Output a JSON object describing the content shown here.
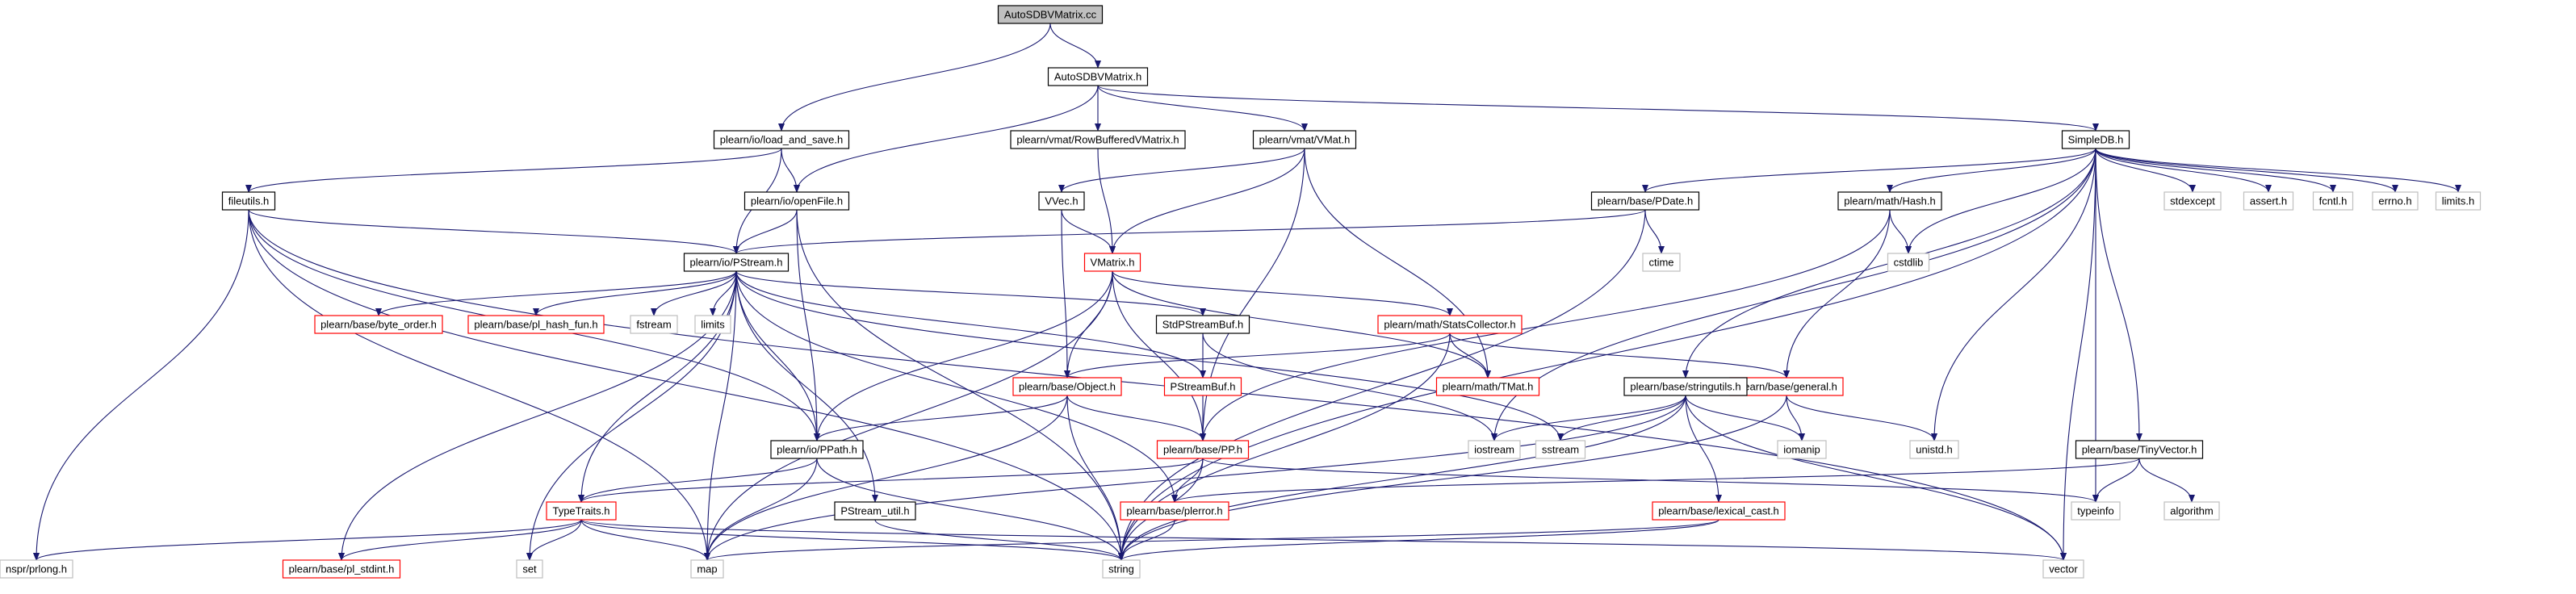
{
  "colors": {
    "background": "#ffffff",
    "edge": "#191970",
    "text": "#000000",
    "normal_border": "#000000",
    "truncated_border": "#ff0000",
    "system_border": "#bfbfbf",
    "root_fill": "#bfbfbf"
  },
  "graph": {
    "nodes": [
      {
        "id": "AutoSDBVMatrix.cc",
        "label": "AutoSDBVMatrix.cc",
        "kind": "root"
      },
      {
        "id": "AutoSDBVMatrix.h",
        "label": "AutoSDBVMatrix.h",
        "kind": "normal"
      },
      {
        "id": "load_and_save",
        "label": "plearn/io/load_and_save.h",
        "kind": "normal"
      },
      {
        "id": "RowBuffered",
        "label": "plearn/vmat/RowBufferedVMatrix.h",
        "kind": "normal"
      },
      {
        "id": "VMat",
        "label": "plearn/vmat/VMat.h",
        "kind": "normal"
      },
      {
        "id": "SimpleDB",
        "label": "SimpleDB.h",
        "kind": "normal"
      },
      {
        "id": "fileutils",
        "label": "fileutils.h",
        "kind": "normal"
      },
      {
        "id": "openFile",
        "label": "plearn/io/openFile.h",
        "kind": "normal"
      },
      {
        "id": "VVec",
        "label": "VVec.h",
        "kind": "normal"
      },
      {
        "id": "PDate",
        "label": "plearn/base/PDate.h",
        "kind": "normal"
      },
      {
        "id": "Hash",
        "label": "plearn/math/Hash.h",
        "kind": "normal"
      },
      {
        "id": "stdexcept",
        "label": "stdexcept",
        "kind": "system"
      },
      {
        "id": "assert",
        "label": "assert.h",
        "kind": "system"
      },
      {
        "id": "fcntl",
        "label": "fcntl.h",
        "kind": "system"
      },
      {
        "id": "errno",
        "label": "errno.h",
        "kind": "system"
      },
      {
        "id": "limitsh",
        "label": "limits.h",
        "kind": "system"
      },
      {
        "id": "PStream",
        "label": "plearn/io/PStream.h",
        "kind": "normal"
      },
      {
        "id": "VMatrix",
        "label": "VMatrix.h",
        "kind": "truncated"
      },
      {
        "id": "ctime",
        "label": "ctime",
        "kind": "system"
      },
      {
        "id": "cstdlib",
        "label": "cstdlib",
        "kind": "system"
      },
      {
        "id": "byte_order",
        "label": "plearn/base/byte_order.h",
        "kind": "truncated"
      },
      {
        "id": "pl_hash_fun",
        "label": "plearn/base/pl_hash_fun.h",
        "kind": "truncated"
      },
      {
        "id": "fstream",
        "label": "fstream",
        "kind": "system"
      },
      {
        "id": "limits",
        "label": "limits",
        "kind": "system"
      },
      {
        "id": "StdPStreamBuf",
        "label": "StdPStreamBuf.h",
        "kind": "normal"
      },
      {
        "id": "StatsCollector",
        "label": "plearn/math/StatsCollector.h",
        "kind": "truncated"
      },
      {
        "id": "Object",
        "label": "plearn/base/Object.h",
        "kind": "truncated"
      },
      {
        "id": "PStreamBuf",
        "label": "PStreamBuf.h",
        "kind": "truncated"
      },
      {
        "id": "TMat",
        "label": "plearn/math/TMat.h",
        "kind": "truncated"
      },
      {
        "id": "general",
        "label": "plearn/base/general.h",
        "kind": "truncated"
      },
      {
        "id": "stringutils",
        "label": "plearn/base/stringutils.h",
        "kind": "normal"
      },
      {
        "id": "TinyVector",
        "label": "plearn/base/TinyVector.h",
        "kind": "normal"
      },
      {
        "id": "PPath",
        "label": "plearn/io/PPath.h",
        "kind": "normal"
      },
      {
        "id": "PP",
        "label": "plearn/base/PP.h",
        "kind": "truncated"
      },
      {
        "id": "iostream",
        "label": "iostream",
        "kind": "system"
      },
      {
        "id": "sstream",
        "label": "sstream",
        "kind": "system"
      },
      {
        "id": "iomanip",
        "label": "iomanip",
        "kind": "system"
      },
      {
        "id": "unistd",
        "label": "unistd.h",
        "kind": "system"
      },
      {
        "id": "typeinfo",
        "label": "typeinfo",
        "kind": "system"
      },
      {
        "id": "algorithm",
        "label": "algorithm",
        "kind": "system"
      },
      {
        "id": "TypeTraits",
        "label": "TypeTraits.h",
        "kind": "truncated"
      },
      {
        "id": "PStream_util",
        "label": "PStream_util.h",
        "kind": "normal"
      },
      {
        "id": "plerror",
        "label": "plearn/base/plerror.h",
        "kind": "truncated"
      },
      {
        "id": "lexical_cast",
        "label": "plearn/base/lexical_cast.h",
        "kind": "truncated"
      },
      {
        "id": "prlong",
        "label": "nspr/prlong.h",
        "kind": "system"
      },
      {
        "id": "pl_stdint",
        "label": "plearn/base/pl_stdint.h",
        "kind": "truncated"
      },
      {
        "id": "set",
        "label": "set",
        "kind": "system"
      },
      {
        "id": "map",
        "label": "map",
        "kind": "system"
      },
      {
        "id": "string",
        "label": "string",
        "kind": "system"
      },
      {
        "id": "vector",
        "label": "vector",
        "kind": "system"
      }
    ],
    "edges": [
      [
        "AutoSDBVMatrix.cc",
        "AutoSDBVMatrix.h"
      ],
      [
        "AutoSDBVMatrix.cc",
        "load_and_save"
      ],
      [
        "AutoSDBVMatrix.h",
        "RowBuffered"
      ],
      [
        "AutoSDBVMatrix.h",
        "VMat"
      ],
      [
        "AutoSDBVMatrix.h",
        "SimpleDB"
      ],
      [
        "AutoSDBVMatrix.h",
        "openFile"
      ],
      [
        "load_and_save",
        "fileutils"
      ],
      [
        "load_and_save",
        "openFile"
      ],
      [
        "load_and_save",
        "PStream"
      ],
      [
        "RowBuffered",
        "VMatrix"
      ],
      [
        "VMat",
        "VVec"
      ],
      [
        "VMat",
        "VMatrix"
      ],
      [
        "VMat",
        "TMat"
      ],
      [
        "VMat",
        "PP"
      ],
      [
        "SimpleDB",
        "PDate"
      ],
      [
        "SimpleDB",
        "Hash"
      ],
      [
        "SimpleDB",
        "stdexcept"
      ],
      [
        "SimpleDB",
        "assert"
      ],
      [
        "SimpleDB",
        "fcntl"
      ],
      [
        "SimpleDB",
        "errno"
      ],
      [
        "SimpleDB",
        "limitsh"
      ],
      [
        "SimpleDB",
        "cstdlib"
      ],
      [
        "SimpleDB",
        "iostream"
      ],
      [
        "SimpleDB",
        "stringutils"
      ],
      [
        "SimpleDB",
        "TinyVector"
      ],
      [
        "SimpleDB",
        "unistd"
      ],
      [
        "SimpleDB",
        "typeinfo"
      ],
      [
        "SimpleDB",
        "string"
      ],
      [
        "SimpleDB",
        "vector"
      ],
      [
        "fileutils",
        "PStream"
      ],
      [
        "fileutils",
        "PPath"
      ],
      [
        "fileutils",
        "string"
      ],
      [
        "fileutils",
        "map"
      ],
      [
        "fileutils",
        "prlong"
      ],
      [
        "fileutils",
        "vector"
      ],
      [
        "openFile",
        "PStream"
      ],
      [
        "openFile",
        "PPath"
      ],
      [
        "openFile",
        "string"
      ],
      [
        "VVec",
        "VMatrix"
      ],
      [
        "VVec",
        "Object"
      ],
      [
        "PDate",
        "PStream"
      ],
      [
        "PDate",
        "ctime"
      ],
      [
        "PDate",
        "string"
      ],
      [
        "Hash",
        "cstdlib"
      ],
      [
        "Hash",
        "general"
      ],
      [
        "Hash",
        "PP"
      ],
      [
        "PStream",
        "byte_order"
      ],
      [
        "PStream",
        "pl_hash_fun"
      ],
      [
        "PStream",
        "fstream"
      ],
      [
        "PStream",
        "limits"
      ],
      [
        "PStream",
        "StdPStreamBuf"
      ],
      [
        "PStream",
        "PStreamBuf"
      ],
      [
        "PStream",
        "PPath"
      ],
      [
        "PStream",
        "PStream_util"
      ],
      [
        "PStream",
        "plerror"
      ],
      [
        "PStream",
        "TypeTraits"
      ],
      [
        "PStream",
        "pl_stdint"
      ],
      [
        "PStream",
        "set"
      ],
      [
        "PStream",
        "map"
      ],
      [
        "PStream",
        "sstream"
      ],
      [
        "VMatrix",
        "StatsCollector"
      ],
      [
        "VMatrix",
        "Object"
      ],
      [
        "VMatrix",
        "PPath"
      ],
      [
        "VMatrix",
        "PP"
      ],
      [
        "VMatrix",
        "TMat"
      ],
      [
        "VMatrix",
        "map"
      ],
      [
        "StdPStreamBuf",
        "PStreamBuf"
      ],
      [
        "StdPStreamBuf",
        "iostream"
      ],
      [
        "StatsCollector",
        "Object"
      ],
      [
        "StatsCollector",
        "TMat"
      ],
      [
        "StatsCollector",
        "general"
      ],
      [
        "StatsCollector",
        "string"
      ],
      [
        "Object",
        "PPath"
      ],
      [
        "Object",
        "PP"
      ],
      [
        "Object",
        "map"
      ],
      [
        "Object",
        "string"
      ],
      [
        "PStreamBuf",
        "PP"
      ],
      [
        "general",
        "unistd"
      ],
      [
        "general",
        "iomanip"
      ],
      [
        "general",
        "string"
      ],
      [
        "stringutils",
        "iostream"
      ],
      [
        "stringutils",
        "sstream"
      ],
      [
        "stringutils",
        "iomanip"
      ],
      [
        "stringutils",
        "lexical_cast"
      ],
      [
        "stringutils",
        "vector"
      ],
      [
        "stringutils",
        "string"
      ],
      [
        "stringutils",
        "map"
      ],
      [
        "TinyVector",
        "typeinfo"
      ],
      [
        "TinyVector",
        "algorithm"
      ],
      [
        "TinyVector",
        "plerror"
      ],
      [
        "PPath",
        "TypeTraits"
      ],
      [
        "PPath",
        "string"
      ],
      [
        "PPath",
        "map"
      ],
      [
        "PP",
        "TypeTraits"
      ],
      [
        "PP",
        "plerror"
      ],
      [
        "PP",
        "string"
      ],
      [
        "PP",
        "typeinfo"
      ],
      [
        "TypeTraits",
        "prlong"
      ],
      [
        "TypeTraits",
        "pl_stdint"
      ],
      [
        "TypeTraits",
        "set"
      ],
      [
        "TypeTraits",
        "map"
      ],
      [
        "TypeTraits",
        "string"
      ],
      [
        "TypeTraits",
        "vector"
      ],
      [
        "PStream_util",
        "string"
      ],
      [
        "plerror",
        "string"
      ],
      [
        "lexical_cast",
        "string"
      ],
      [
        "lexical_cast",
        "map"
      ]
    ]
  }
}
